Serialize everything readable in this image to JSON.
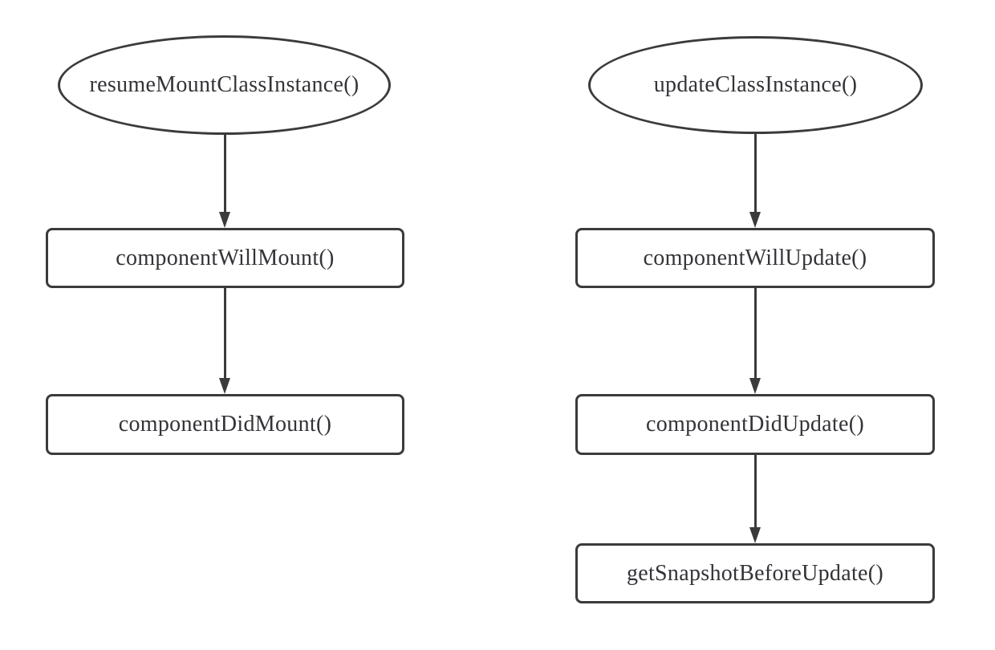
{
  "diagram": {
    "type": "flowchart",
    "flows": [
      {
        "id": "mount-flow",
        "start": "resumeMountClassInstance()",
        "steps": [
          "componentWillMount()",
          "componentDidMount()"
        ]
      },
      {
        "id": "update-flow",
        "start": "updateClassInstance()",
        "steps": [
          "componentWillUpdate()",
          "componentDidUpdate()",
          "getSnapshotBeforeUpdate()"
        ]
      }
    ],
    "colors": {
      "stroke": "#3b3b3b",
      "text": "#333338",
      "background": "#ffffff"
    }
  }
}
